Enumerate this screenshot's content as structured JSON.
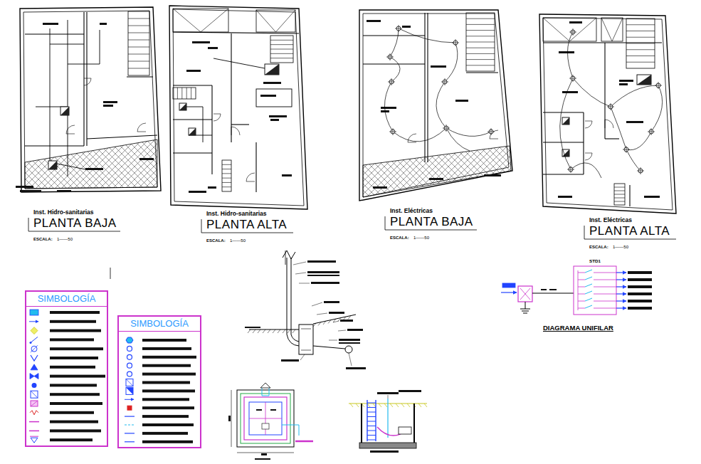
{
  "diagram": {
    "nodes": [
      {
        "text": [
          "SIMBOLOGÍA"
        ]
      },
      {
        "text": [
          "SIMBOLOGÍA"
        ]
      },
      {
        "text": [
          "STD1"
        ]
      }
    ],
    "labels": [
      "Inst. Hidro-sanitarias",
      "PLANTA BAJA",
      "ESCALA:",
      "1——50",
      "Inst. Hidro-sanitarias",
      "PLANTA ALTA",
      "ESCALA:",
      "1——50",
      "Inst. Eléctricas",
      "PLANTA BAJA",
      "ESCALA:",
      "1——50",
      "Inst. Eléctricas",
      "PLANTA ALTA",
      "ESCALA:",
      "1——50",
      "DIAGRAMA UNIFILAR"
    ]
  }
}
